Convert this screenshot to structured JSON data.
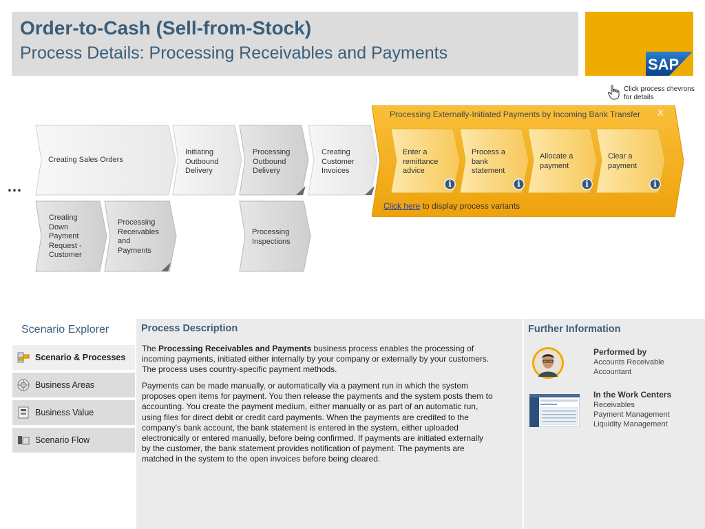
{
  "header": {
    "title": "Order-to-Cash (Sell-from-Stock)",
    "subtitle": "Process Details: Processing Receivables and Payments",
    "logo_text": "SAP",
    "brand_color": "#f0ab00",
    "title_color": "#3a5e7a"
  },
  "hint": {
    "icon": "hand-pointer-icon",
    "text": "Click process chevrons for details"
  },
  "flow": {
    "ellipsis": "…",
    "row1": [
      "Creating Sales Orders",
      "Initiating Outbound Delivery",
      "Processing Outbound Delivery",
      "Creating Customer Invoices"
    ],
    "row2": [
      "Creating Down Payment Request - Customer",
      "Processing Receivables and Payments",
      "Processing Inspections"
    ]
  },
  "detail_panel": {
    "title": "Processing Externally-Initiated Payments by Incoming Bank Transfer",
    "close": "X",
    "steps": [
      "Enter a remittance advice",
      "Process a bank statement",
      "Allocate a payment",
      "Clear a payment"
    ],
    "info_glyph": "i",
    "variants_link": "Click here",
    "variants_text": " to display process variants"
  },
  "explorer": {
    "title": "Scenario Explorer",
    "items": [
      {
        "label": "Scenario & Processes",
        "icon": "scenario-processes-icon",
        "active": true
      },
      {
        "label": "Business Areas",
        "icon": "business-areas-icon",
        "active": false
      },
      {
        "label": "Business Value",
        "icon": "business-value-icon",
        "active": false
      },
      {
        "label": "Scenario Flow",
        "icon": "scenario-flow-icon",
        "active": false
      }
    ]
  },
  "description": {
    "title": "Process Description",
    "p1_pre": "The ",
    "p1_bold": "Processing Receivables and Payments",
    "p1_post": " business process enables the processing of incoming payments, initiated either internally by your company or externally by your customers. The process uses country-specific payment methods.",
    "p2": "Payments can be made manually, or automatically via a payment run in which the system proposes open items for payment. You then release the payments and the system posts them to accounting. You create the payment medium, either manually or as part of an automatic run, using files for direct debit or credit card payments. When the payments are credited to the company's bank account, the bank statement is entered in the system, either uploaded electronically or entered manually, before being confirmed. If payments are initiated externally by the customer, the bank statement provides notification of payment. The payments are matched in the system to the open invoices before being cleared."
  },
  "further": {
    "title": "Further Information",
    "performed_label": "Performed by",
    "performed_value": "Accounts Receivable Accountant",
    "wc_label": "In the Work Centers",
    "wc_items": [
      "Receivables",
      "Payment Management",
      "Liquidity Management"
    ]
  }
}
